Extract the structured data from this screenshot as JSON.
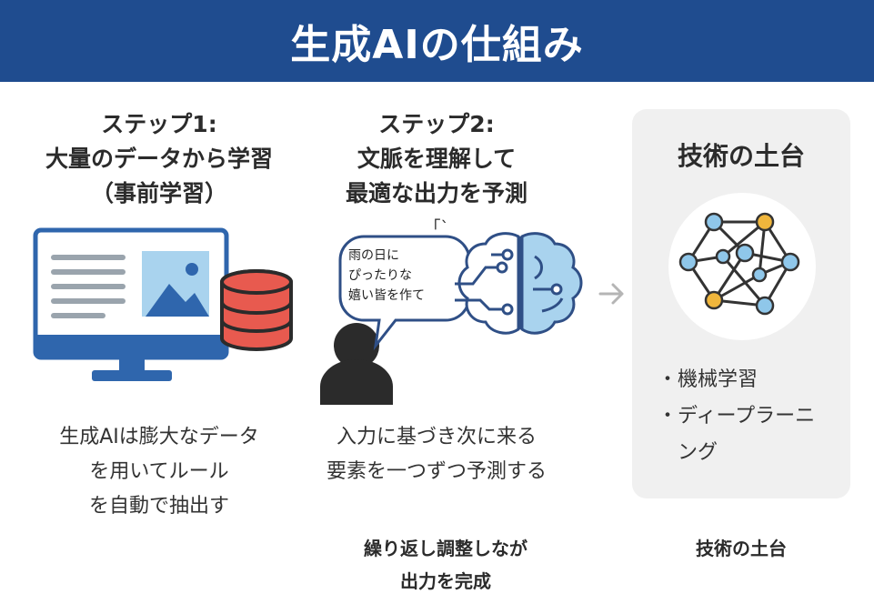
{
  "header": {
    "title": "生成AIの仕組み"
  },
  "step1": {
    "title_lines": [
      "ステップ1:",
      "大量のデータから学習",
      "（事前学習）"
    ],
    "desc_lines": [
      "生成AIは膨大なデータ",
      "を用いてルール",
      "を自動で抽出す"
    ]
  },
  "step2": {
    "title_lines": [
      "ステップ2:",
      "文脈を理解して",
      "最適な出力を予測"
    ],
    "title_stray": "「`",
    "bubble_lines": [
      "雨の日に",
      "ぴったりな",
      "嬉い皆を作て"
    ],
    "desc_lines": [
      "入力に基づき次に来る",
      "要素を一つずつ予測する"
    ],
    "note_lines": [
      "繰り返し調整しなが",
      "出力を完成"
    ]
  },
  "foundation": {
    "title": "技術の土台",
    "bullet": "・",
    "items": [
      "機械学習",
      "ディープラーニング"
    ],
    "note": "技術の土台"
  },
  "colors": {
    "header_bg": "#1f4c8f",
    "monitor_blue": "#2f66ad",
    "database_red": "#e85a4f",
    "brain_light_blue": "#a9d3ee",
    "node_blue": "#8fc7ea",
    "node_yellow": "#f0b63c",
    "dark": "#2b2b2b",
    "panel_bg": "#f0f0f0"
  },
  "icons": [
    "monitor-icon",
    "image-icon",
    "database-icon",
    "person-icon",
    "speech-bubble-icon",
    "brain-circuit-icon",
    "arrow-right-icon",
    "neural-network-icon"
  ]
}
